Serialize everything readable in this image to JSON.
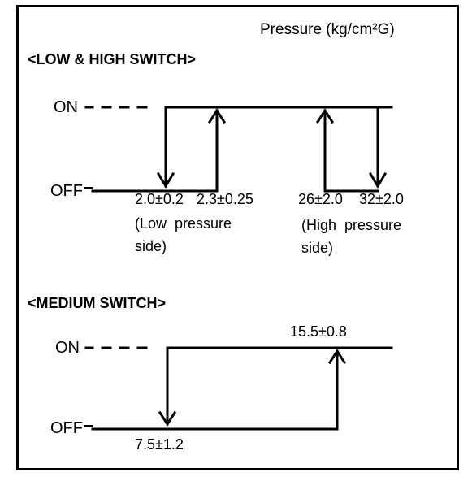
{
  "pressure_unit_label": "Pressure  (kg/cm²G)",
  "low_high_switch": {
    "heading": "<LOW & HIGH SWITCH>",
    "on_label": "ON",
    "off_label": "OFF",
    "values": [
      "2.0±0.2",
      "2.3±0.25",
      "26±2.0",
      "32±2.0"
    ],
    "low_side_note": "(Low  pressure\nside)",
    "high_side_note": "(High  pressure\nside)"
  },
  "medium_switch": {
    "heading": "<MEDIUM SWITCH>",
    "on_label": "ON",
    "off_label": "OFF",
    "values": [
      "7.5±1.2",
      "15.5±0.8"
    ]
  }
}
